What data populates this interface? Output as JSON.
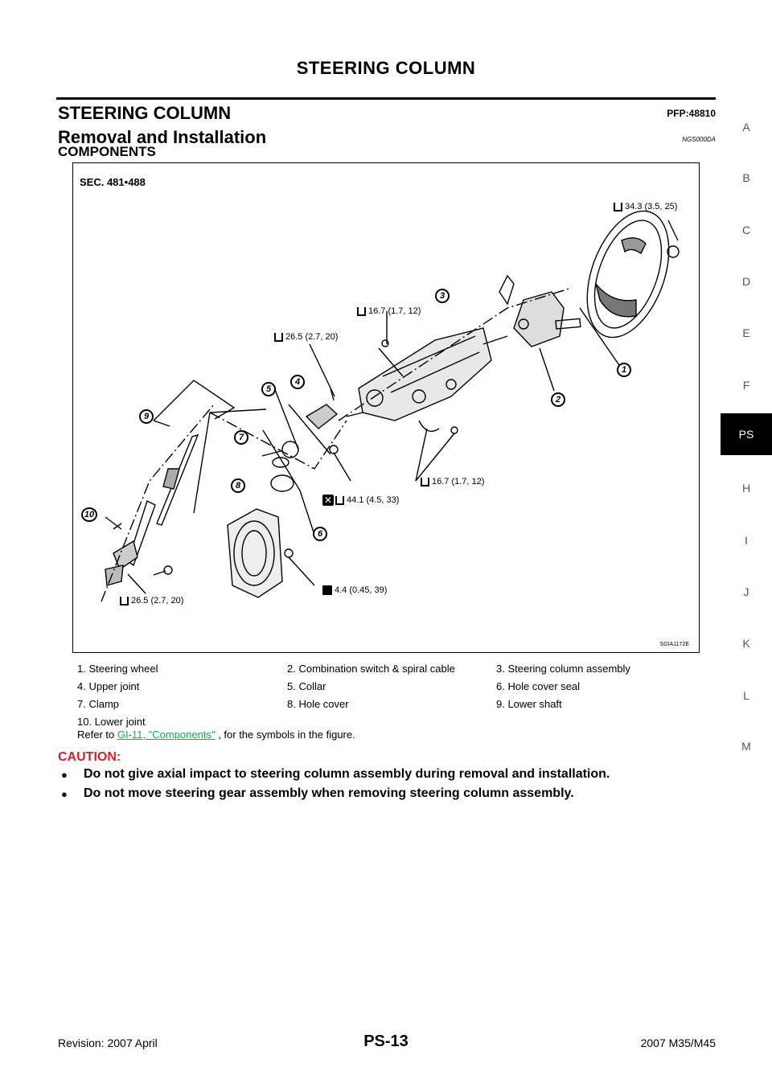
{
  "header": {
    "title": "STEERING COLUMN"
  },
  "section": {
    "title": "STEERING COLUMN",
    "pfp": "PFP:48810"
  },
  "subsection": {
    "title": "Removal and Installation",
    "code": "NGS000DA"
  },
  "components_heading": "COMPONENTS",
  "figure": {
    "sec": "SEC. 481•488",
    "id": "SGIA1172E",
    "torques": {
      "t1": "34.3 (3.5, 25)",
      "t2": "16.7 (1.7, 12)",
      "t3": "26.5 (2.7, 20)",
      "t4": "16.7 (1.7, 12)",
      "t5": "44.1 (4.5, 33)",
      "t6": "4.4 (0.45, 39)",
      "t7": "26.5 (2.7, 20)"
    },
    "callouts": [
      "1",
      "2",
      "3",
      "4",
      "5",
      "6",
      "7",
      "8",
      "9",
      "10"
    ]
  },
  "legend": [
    [
      "1. Steering wheel",
      "2. Combination switch & spiral cable",
      "3. Steering column assembly"
    ],
    [
      "4. Upper joint",
      "5. Collar",
      "6. Hole cover seal"
    ],
    [
      "7. Clamp",
      "8. Hole cover",
      "9. Lower shaft"
    ],
    [
      "10. Lower joint",
      "",
      ""
    ]
  ],
  "refer": {
    "prefix": "Refer to ",
    "link": "GI-11, \"Components\"",
    "suffix": " , for the symbols in the figure."
  },
  "caution": {
    "label": "CAUTION:",
    "items": [
      "Do not give axial impact to steering column assembly during removal and installation.",
      "Do not move steering gear assembly when removing steering column assembly."
    ]
  },
  "side_tabs": [
    "A",
    "B",
    "C",
    "D",
    "E",
    "F",
    "PS",
    "H",
    "I",
    "J",
    "K",
    "L",
    "M"
  ],
  "footer": {
    "left": "Revision: 2007 April",
    "center": "PS-13",
    "right": "2007 M35/M45"
  }
}
